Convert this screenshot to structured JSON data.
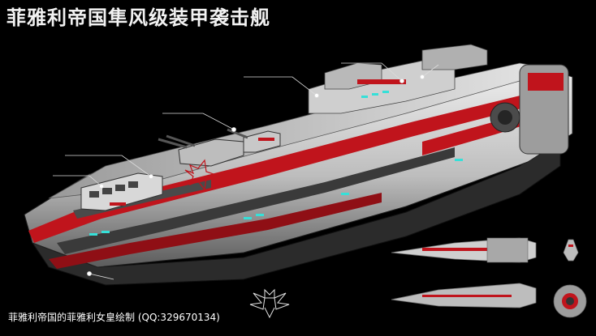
{
  "header": {
    "title": "菲雅利帝国隼风级装甲袭击舰"
  },
  "description": {
    "lines": [
      "",
      "",
      "",
      "",
      ""
    ]
  },
  "callouts": [
    {
      "id": "c1",
      "text": ""
    },
    {
      "id": "c2",
      "text": ""
    },
    {
      "id": "c3",
      "text": ""
    },
    {
      "id": "c4",
      "text": ""
    },
    {
      "id": "c5",
      "text": ""
    },
    {
      "id": "c6",
      "text": ""
    }
  ],
  "views": {
    "top_label": "",
    "front_label": "",
    "side_label": "",
    "rear_label": "",
    "bottom_label": ""
  },
  "footer": {
    "credit": "菲雅利帝国的菲雅利女皇绘制 (QQ:329670134)"
  },
  "colors": {
    "background": "#000000",
    "hull": "#d9d9d9",
    "accent": "#c0141c",
    "dark": "#3a3a3a",
    "glow": "#35e0d8"
  },
  "icons": {
    "emblem": "winged-emblem-icon"
  }
}
